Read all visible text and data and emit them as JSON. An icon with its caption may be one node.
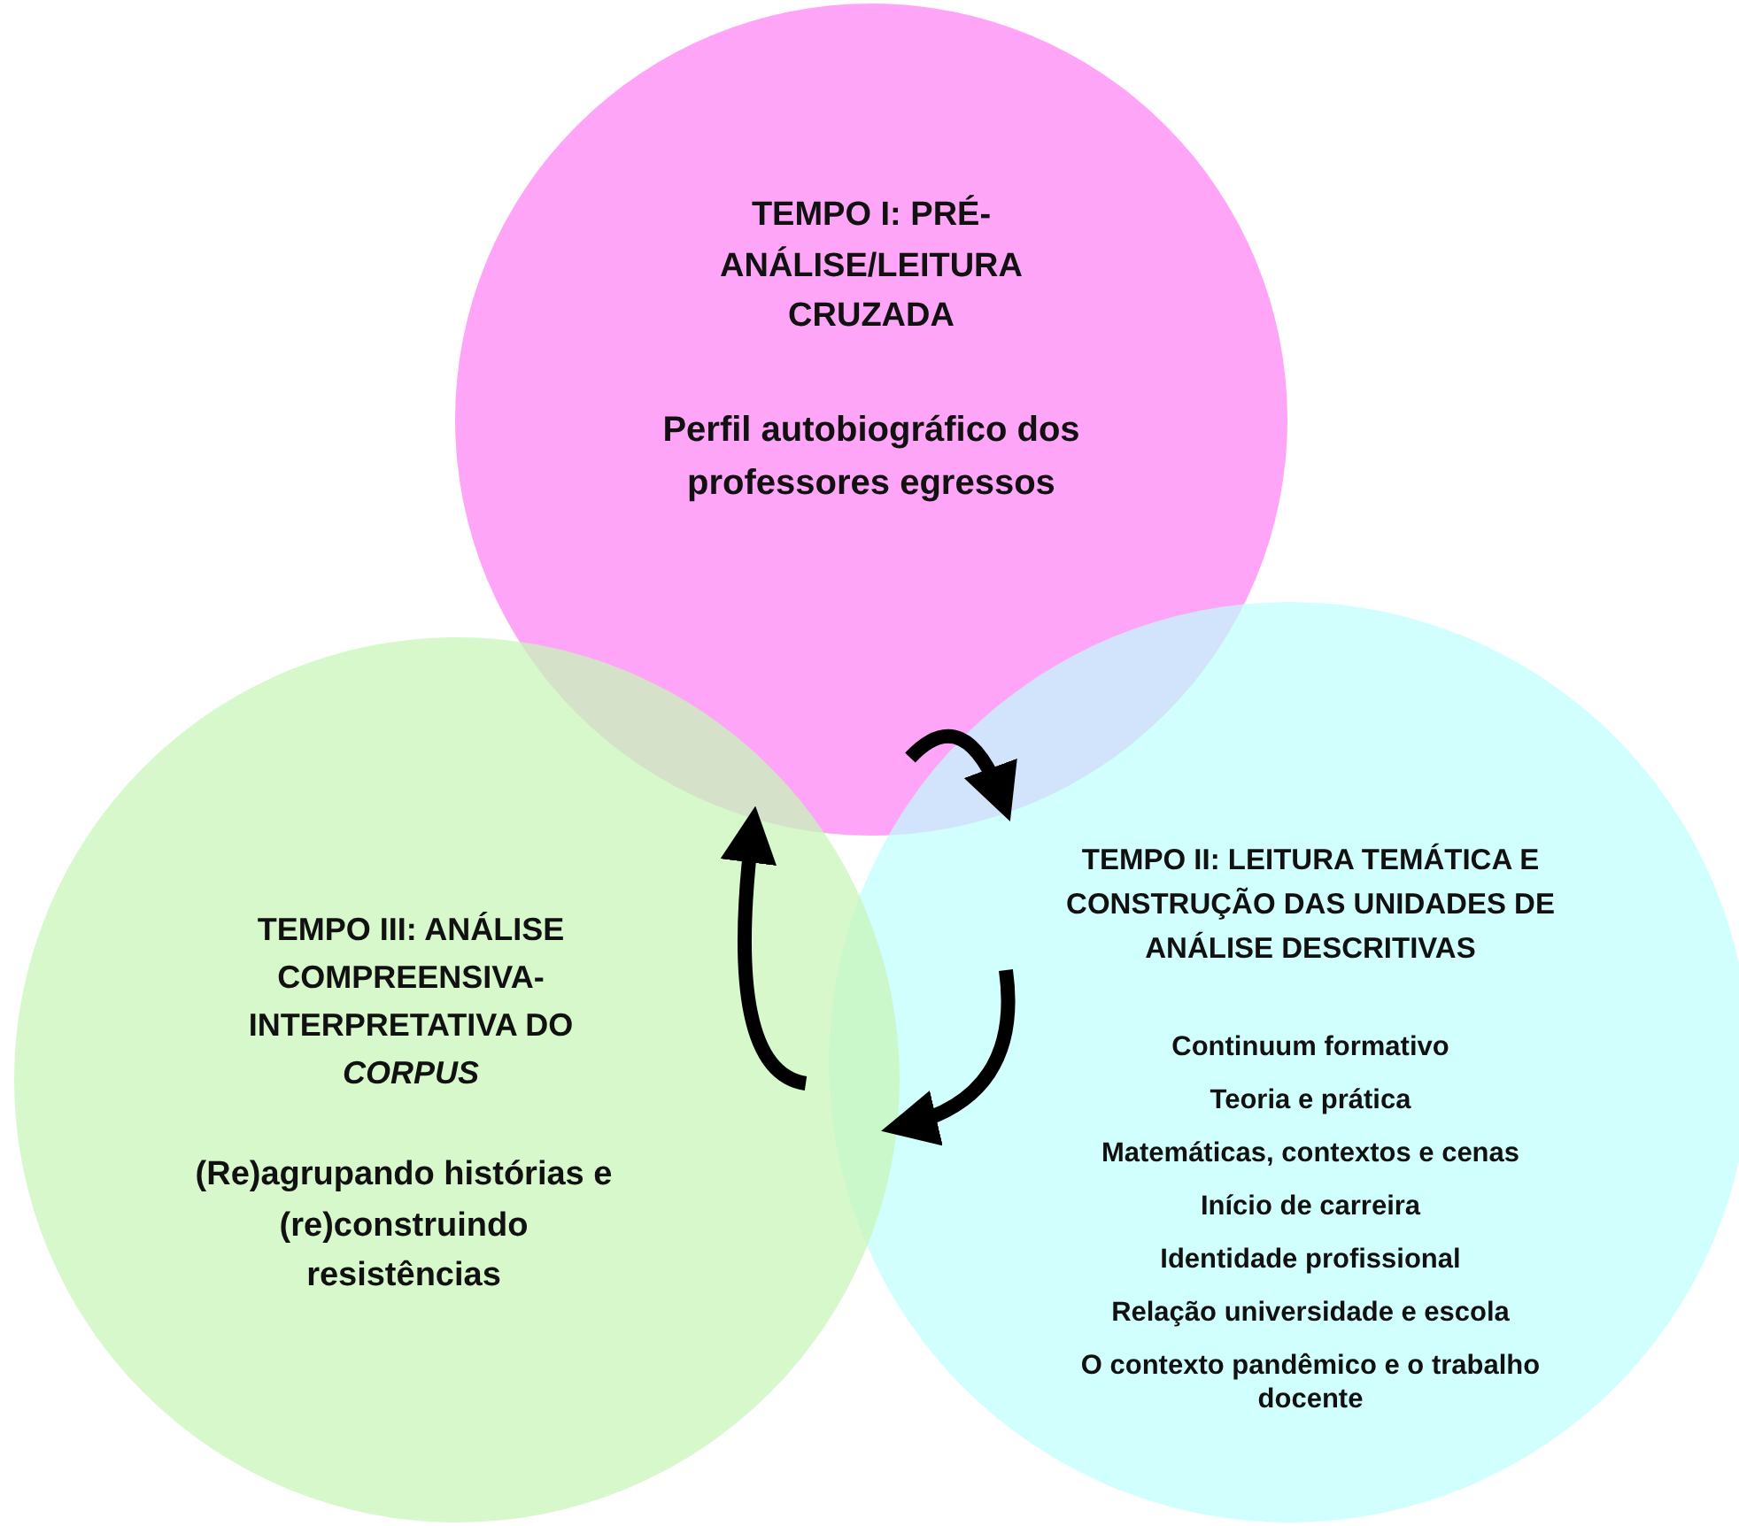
{
  "diagram": {
    "nodes": [
      {
        "text": [
          "TEMPO I: PRÉ-ANÁLISE/LEITURA CRUZADA",
          "Perfil autobiográfico dos professores egressos"
        ]
      },
      {
        "text": [
          "TEMPO II: LEITURA TEMÁTICA E CONSTRUÇÃO DAS UNIDADES DE ANÁLISE DESCRITIVAS",
          "Continuum formativo",
          "Teoria e prática",
          "Matemáticas, contextos e cenas",
          "Início de carreira",
          "Identidade profissional",
          "Relação universidade e escola",
          "O contexto pandêmico e o trabalho docente"
        ]
      },
      {
        "text": [
          "TEMPO III: ANÁLISE COMPREENSIVA-INTERPRETATIVA DO *CORPUS*",
          "(Re)agrupando histórias e (re)construindo resistências"
        ]
      }
    ],
    "edges": [
      {
        "from": 0,
        "to": 1,
        "arrow": "to"
      },
      {
        "from": 1,
        "to": 2,
        "arrow": "to"
      },
      {
        "from": 2,
        "to": 0,
        "arrow": "to"
      }
    ]
  }
}
